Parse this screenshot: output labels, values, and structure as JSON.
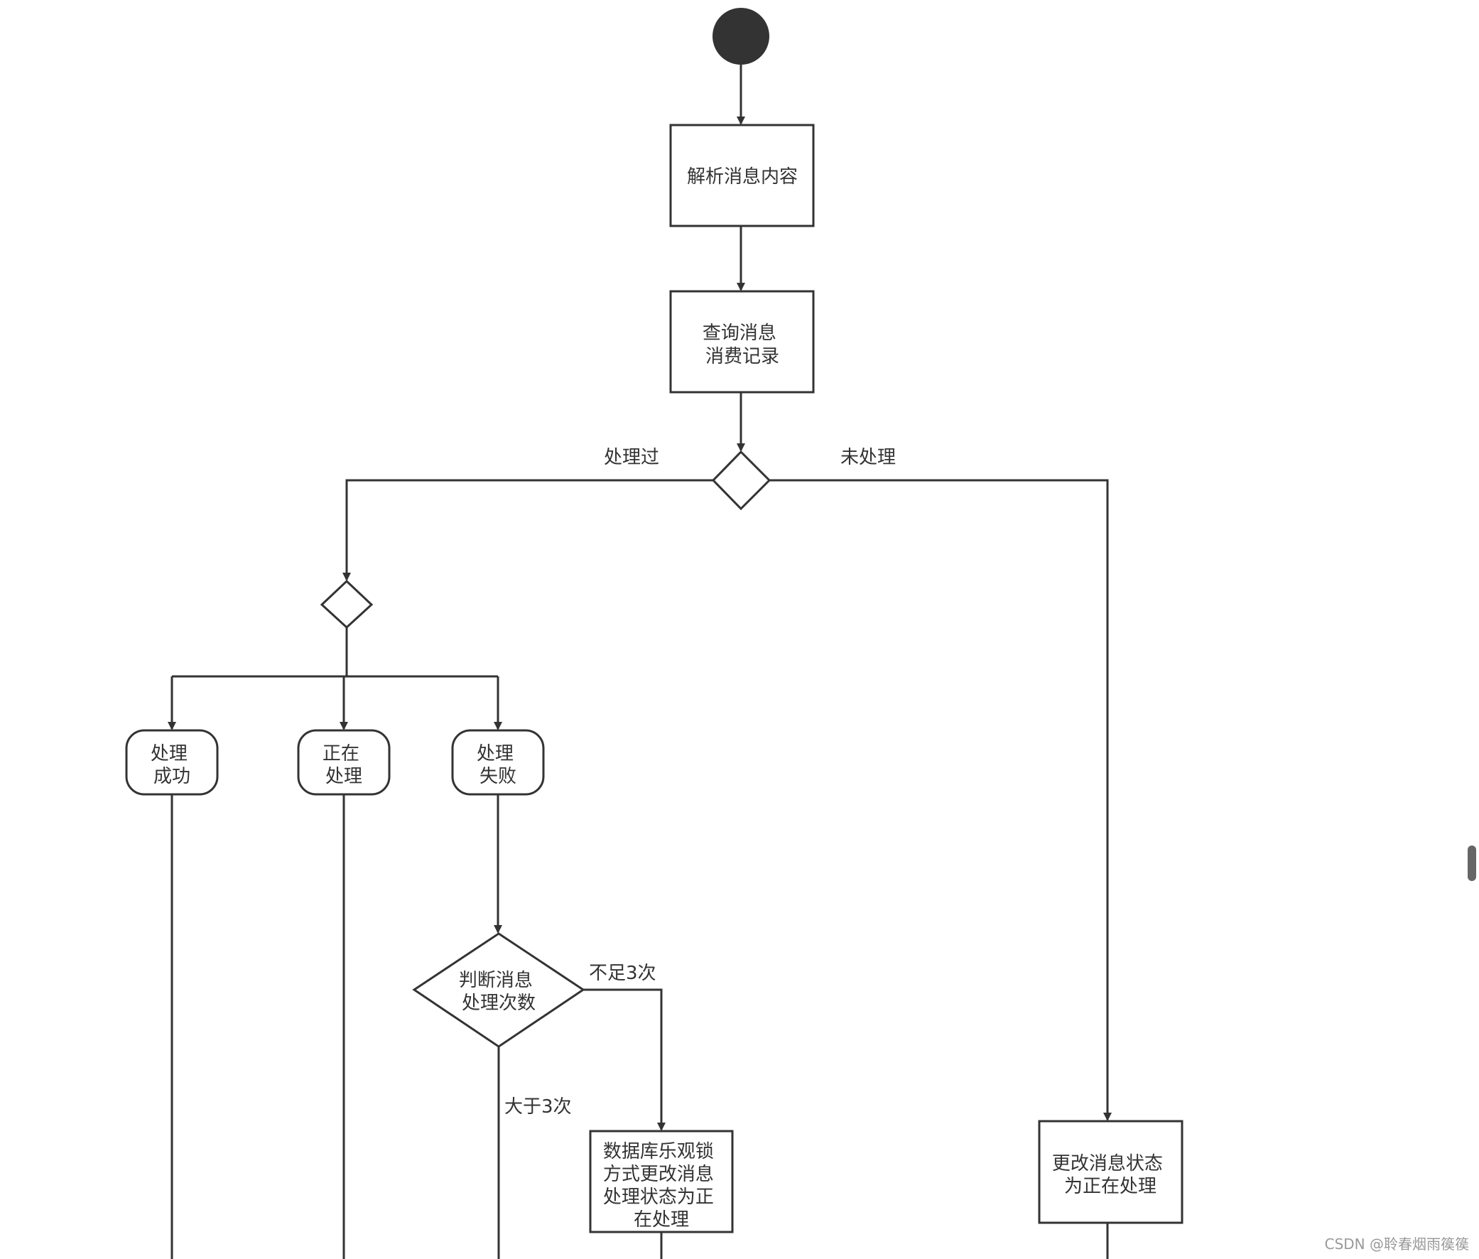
{
  "nodes": {
    "parse": [
      "解析消息内容"
    ],
    "query": [
      "查询消息",
      "消费记录"
    ],
    "success": [
      "处理",
      "成功"
    ],
    "processing": [
      "正在",
      "处理"
    ],
    "failed": [
      "处理",
      "失败"
    ],
    "judge": [
      "判断消息",
      "处理次数"
    ],
    "optimistic": [
      "数据库乐观锁",
      "方式更改消息",
      "处理状态为正",
      "在处理"
    ],
    "update": [
      "更改消息状态",
      "为正在处理"
    ]
  },
  "edges": {
    "processed": "处理过",
    "unprocessed": "未处理",
    "less_than_3": "不足3次",
    "more_than_3": "大于3次"
  },
  "watermark": "CSDN @聆春烟雨篌篌",
  "colors": {
    "stroke": "#333333",
    "start": "#333333",
    "background": "#ffffff"
  }
}
